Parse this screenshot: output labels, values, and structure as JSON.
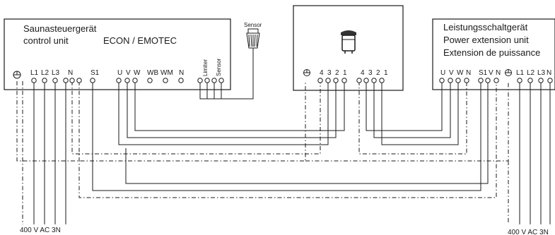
{
  "control_unit": {
    "title_de": "Saunasteuergerät",
    "title_en": "control unit",
    "model": "ECON / EMOTEC",
    "terminals": [
      "L1",
      "L2",
      "L3",
      "N",
      "S1",
      "U",
      "V",
      "W",
      "WB",
      "WM",
      "N",
      "Limiter",
      "Sensor"
    ]
  },
  "sensor": {
    "label": "Sensor"
  },
  "heater": {
    "terminals_left": [
      "4",
      "3",
      "2",
      "1"
    ],
    "terminals_right": [
      "4",
      "3",
      "2",
      "1"
    ]
  },
  "extension_unit": {
    "title_de": "Leistungsschaltgerät",
    "title_en": "Power extension unit",
    "title_fr": "Extension de puissance",
    "terminals": [
      "U",
      "V",
      "W",
      "N",
      "S1",
      "V",
      "N",
      "L1",
      "L2",
      "L3",
      "N"
    ]
  },
  "supply_left": {
    "label": "400 V AC 3N"
  },
  "supply_right": {
    "label": "400 V AC 3N"
  },
  "icons": {
    "earth": "earth-ground-symbol",
    "sensor": "sensor-probe",
    "heater": "sauna-heater-stove"
  }
}
